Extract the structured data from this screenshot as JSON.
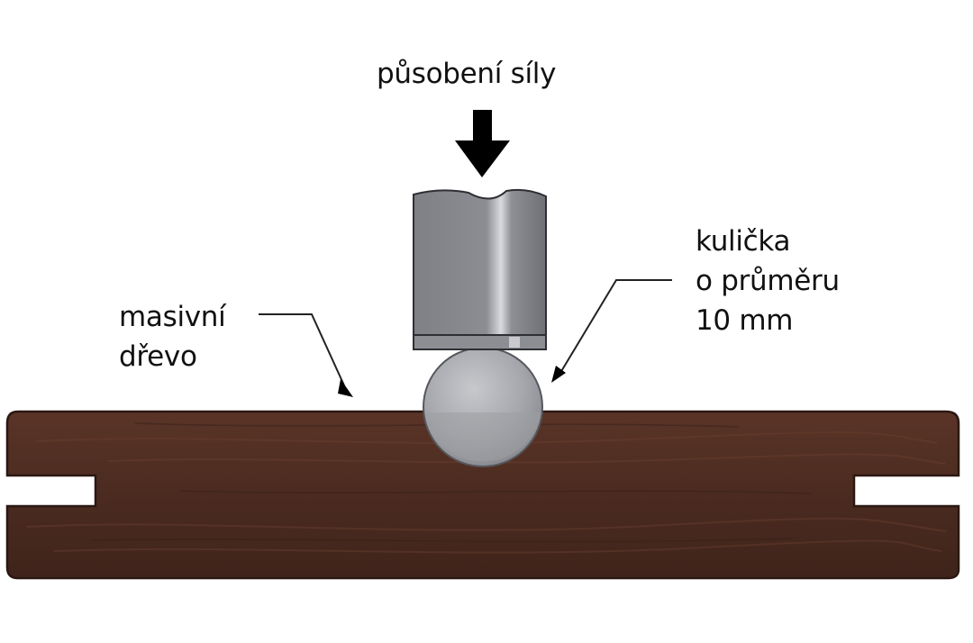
{
  "labels": {
    "force": "působení síly",
    "wood": [
      "masivní",
      "dřevo"
    ],
    "ball": [
      "kulička",
      "o průměru",
      "10 mm"
    ]
  },
  "colors": {
    "wood": "#4a2a1f",
    "wood_edge": "#2b1812",
    "punch": "#8a8c91",
    "punch_highlight": "#d8d9dc",
    "ball": "#a4a6ab",
    "arrow": "#000000"
  }
}
